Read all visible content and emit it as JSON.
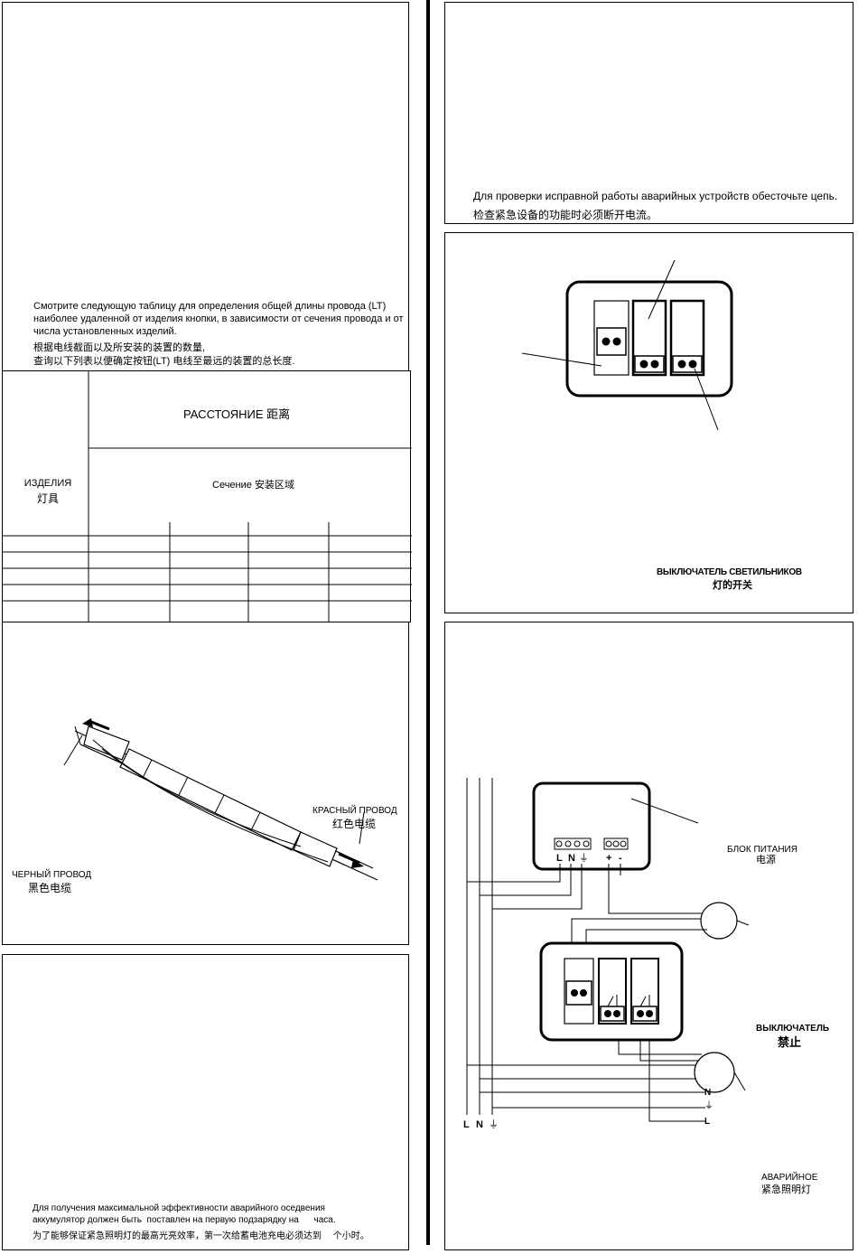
{
  "left_col": {
    "wire_length": {
      "ru_line1": "Смотрите следующую таблицу для определения общей длины провода (LT)",
      "ru_line2": "наиболее удаленной от изделия кнопки, в зависимости от сечения провода и от",
      "ru_line3": "числа установленных изделий.",
      "zh_line1": "根据电线截面以及所安装的装置的数量,",
      "zh_line2": "查询以下列表以便确定按钮(LT) 电线至最远的装置的总长度."
    },
    "table": {
      "distance_label": "РАССТОЯНИЕ  距离",
      "section_label": "Сечение  安装区域",
      "product_ru": "ИЗДЕЛИЯ",
      "product_zh": "灯具"
    },
    "wiring": {
      "red_ru": "КРАСНЫЙ ПРОВОД",
      "red_zh": "红色电缆",
      "black_ru": "ЧЕРНЫЙ ПРОВОД",
      "black_zh": "黑色电缆"
    },
    "charging": {
      "ru_line1": "Для получения максимальной эффективности аварийного оседвения",
      "ru_line2": "аккумулятор должен быть  поставлен на первую подзарядку на      часа.",
      "zh_line1": "为了能够保证紧急照明灯的最高光亮效率，第一次给蓄电池充电必须达到    个小时。"
    }
  },
  "right_col": {
    "test": {
      "ru": "Для проверки исправной работы аварийных устройств обесточьте цепь.",
      "zh": "检查紧急设备的功能时必须断开电流。"
    },
    "switch": {
      "ru": "ВЫКЛЮЧАТЕЛЬ СВЕТИЛЬНИКОВ",
      "zh": "灯的开关"
    },
    "schematic": {
      "psu_ru": "БЛОК ПИТАНИЯ",
      "psu_zh": "电源",
      "switch_ru": "ВЫКЛЮЧАТЕЛЬ",
      "switch_zh": "禁止",
      "emergency_ru": "АВАРИЙНОЕ",
      "emergency_zh": "紧急照明灯",
      "term_l": "L",
      "term_n": "N",
      "term_gnd": "⏚",
      "term_plus": "+",
      "term_minus": "-",
      "bus_n": "N",
      "bus_gnd": "⏚",
      "bus_l": "L",
      "left_l": "L",
      "left_n": "N",
      "left_gnd": "⏚"
    }
  }
}
